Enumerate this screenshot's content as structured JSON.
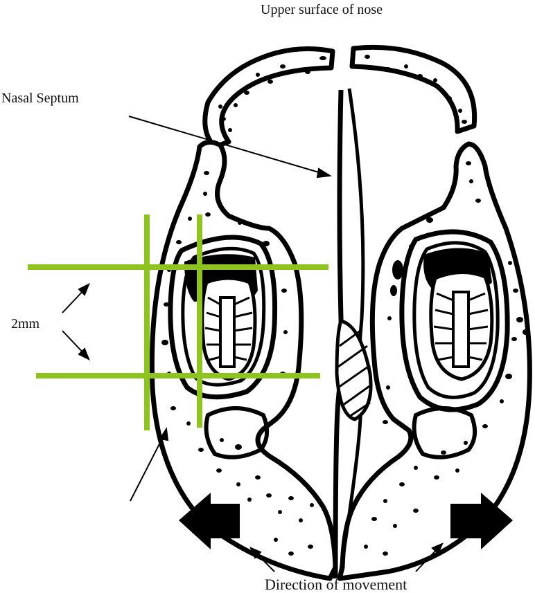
{
  "labels": {
    "top": "Upper surface of  nose",
    "septum": "Nasal Septum",
    "measure": "2mm",
    "bottom": "Direction of movement"
  },
  "colors": {
    "ink": "#000000",
    "guide": "#8fc31f",
    "background": "#ffffff"
  }
}
